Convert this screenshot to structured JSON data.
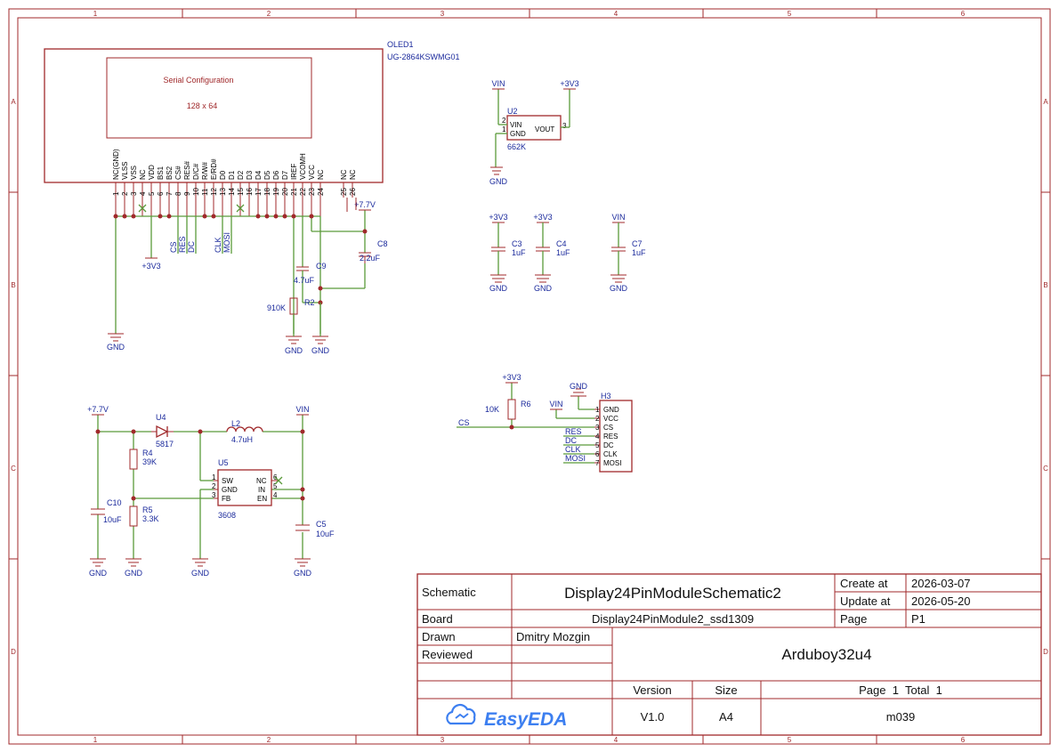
{
  "border": {
    "cols": [
      "1",
      "2",
      "3",
      "4",
      "5",
      "6"
    ],
    "rows": [
      "A",
      "B",
      "C",
      "D"
    ]
  },
  "oled": {
    "ref": "OLED1",
    "part": "UG-2864KSWMG01",
    "inner_title": "Serial Configuration",
    "inner_res": "128 x 64",
    "pin_names": [
      "NC(GND)",
      "VLSS",
      "VSS",
      "NC",
      "VDD",
      "BS1",
      "BS2",
      "CS#",
      "RES#",
      "D/C#",
      "R/W#",
      "E/RD#",
      "D0",
      "D1",
      "D2",
      "D3",
      "D4",
      "D5",
      "D6",
      "D7",
      "IREF",
      "VCOMH",
      "VCC",
      "NC",
      "NC",
      "NC"
    ],
    "pin_numbers": [
      "1",
      "2",
      "3",
      "4",
      "5",
      "6",
      "7",
      "8",
      "9",
      "10",
      "11",
      "12",
      "13",
      "14",
      "15",
      "16",
      "17",
      "18",
      "19",
      "20",
      "21",
      "22",
      "23",
      "24",
      "25",
      "26"
    ]
  },
  "nets": {
    "vin": "VIN",
    "v33": "+3V3",
    "v77": "+7.7V",
    "gnd": "GND",
    "cs": "CS",
    "res": "RES",
    "dc": "DC",
    "clk": "CLK",
    "mosi": "MOSI"
  },
  "components": {
    "u2": {
      "ref": "U2",
      "part": "662K",
      "pin_vin": "VIN",
      "pin_gnd": "GND",
      "pin_vout": "VOUT",
      "n1": "1",
      "n2": "2",
      "n3": "3"
    },
    "c3": {
      "ref": "C3",
      "value": "1uF"
    },
    "c4": {
      "ref": "C4",
      "value": "1uF"
    },
    "c7": {
      "ref": "C7",
      "value": "1uF"
    },
    "c8": {
      "ref": "C8",
      "value": "2.2uF"
    },
    "c9": {
      "ref": "C9",
      "value": "4.7uF"
    },
    "r2": {
      "ref": "R2",
      "value": "910K"
    },
    "u4": {
      "ref": "U4",
      "part": "5817"
    },
    "l2": {
      "ref": "L2",
      "value": "4.7uH"
    },
    "u5": {
      "ref": "U5",
      "part": "3608",
      "pin_sw": "SW",
      "pin_gnd": "GND",
      "pin_fb": "FB",
      "pin_nc": "NC",
      "pin_in": "IN",
      "pin_en": "EN",
      "n1": "1",
      "n2": "2",
      "n3": "3",
      "n4": "4",
      "n5": "5",
      "n6": "6"
    },
    "r4": {
      "ref": "R4",
      "value": "39K"
    },
    "r5": {
      "ref": "R5",
      "value": "3.3K"
    },
    "c10": {
      "ref": "C10",
      "value": "10uF"
    },
    "c5": {
      "ref": "C5",
      "value": "10uF"
    },
    "r6": {
      "ref": "R6",
      "value": "10K"
    },
    "h3": {
      "ref": "H3",
      "pins": [
        "GND",
        "VCC",
        "CS",
        "RES",
        "DC",
        "CLK",
        "MOSI"
      ],
      "nums": [
        "1",
        "2",
        "3",
        "4",
        "5",
        "6",
        "7"
      ]
    }
  },
  "title_block": {
    "schematic_label": "Schematic",
    "schematic_name": "Display24PinModuleSchematic2",
    "create_label": "Create at",
    "create_date": "2026-03-07",
    "update_label": "Update at",
    "update_date": "2026-05-20",
    "board_label": "Board",
    "board_name": "Display24PinModule2_ssd1309",
    "page_label": "Page",
    "page_value": "P1",
    "drawn_label": "Drawn",
    "drawn_by": "Dmitry Mozgin",
    "reviewed_label": "Reviewed",
    "project": "Arduboy32u4",
    "version_label": "Version",
    "size_label": "Size",
    "page_total": "Page  1  Total  1",
    "version": "V1.0",
    "size": "A4",
    "part_code": "m039",
    "logo": "EasyEDA"
  }
}
